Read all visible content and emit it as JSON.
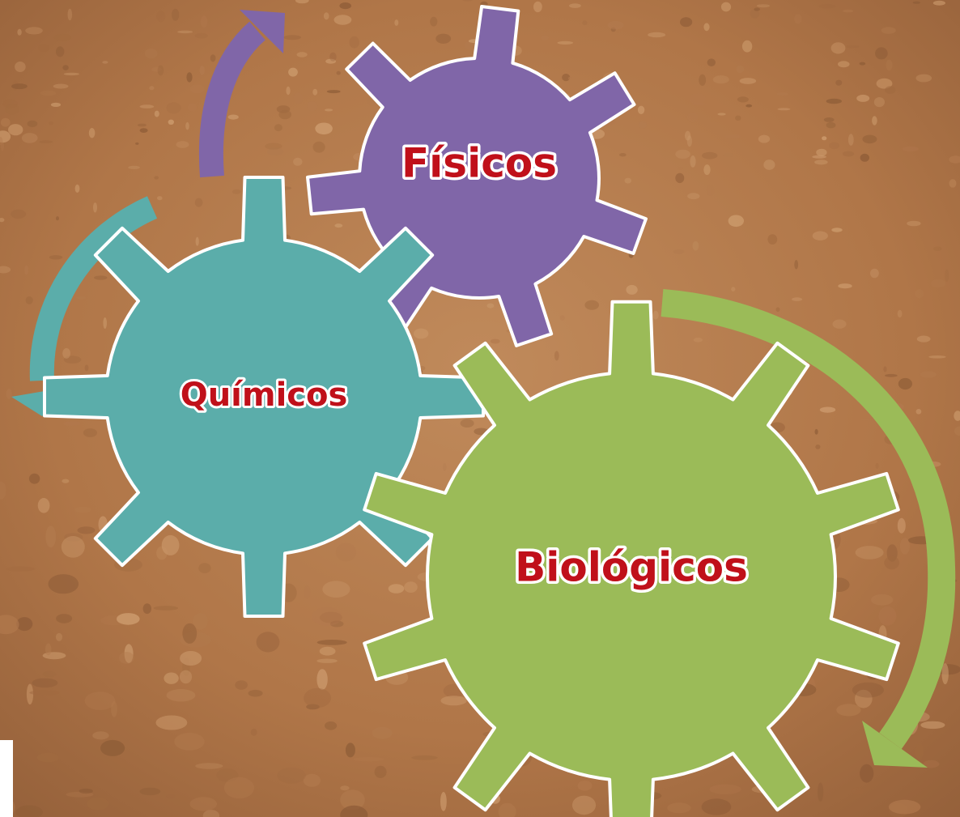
{
  "colors": {
    "soil": "#b27a4e",
    "soil_dark": "#8b5a36",
    "soil_light": "#c99668",
    "fisicos": "#8066a8",
    "quimicos": "#5badaa",
    "biologicos": "#9bbb58",
    "label_text": "#c0101a",
    "outline": "#ffffff"
  },
  "gears": {
    "fisicos": {
      "label": "Físicos",
      "icon": "gear-icon"
    },
    "quimicos": {
      "label": "Químicos",
      "icon": "gear-icon"
    },
    "biologicos": {
      "label": "Biológicos",
      "icon": "gear-icon"
    }
  },
  "arrows": [
    "arrow-purple",
    "arrow-teal",
    "arrow-green"
  ]
}
